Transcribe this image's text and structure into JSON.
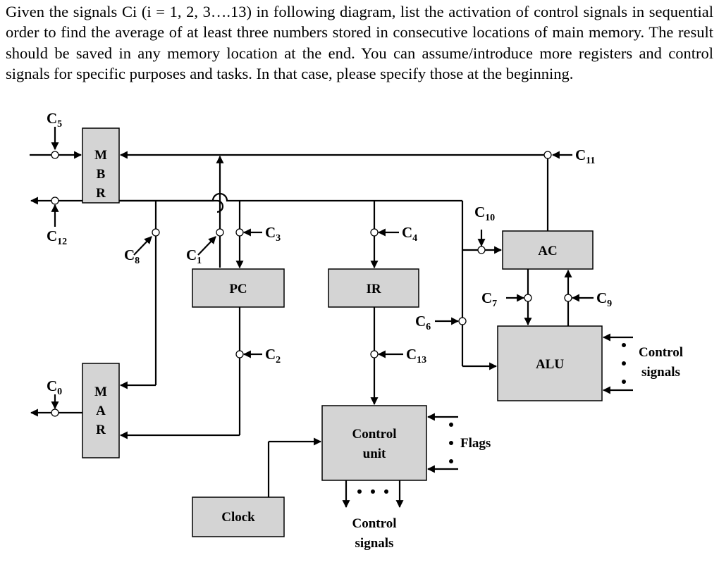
{
  "question": {
    "text": "Given the signals Ci (i = 1, 2, 3….13) in following diagram, list the activation of control signals in sequential order to find the average of at least three numbers stored in consecutive locations of main memory. The result should be saved in any memory location at the end. You can assume/introduce more registers and control signals for specific purposes and tasks. In that case, please specify those at the beginning."
  },
  "diagram": {
    "blocks": {
      "mbr": [
        "M",
        "B",
        "R"
      ],
      "mar": [
        "M",
        "A",
        "R"
      ],
      "pc": "PC",
      "ir": "IR",
      "ac": "AC",
      "alu": "ALU",
      "control_unit": [
        "Control",
        "unit"
      ],
      "clock": "Clock"
    },
    "labels": {
      "flags": "Flags",
      "alu_control": [
        "Control",
        "signals"
      ],
      "cu_control": [
        "Control",
        "signals"
      ]
    },
    "signals": {
      "c0": {
        "base": "C",
        "sub": "0"
      },
      "c1": {
        "base": "C",
        "sub": "1"
      },
      "c2": {
        "base": "C",
        "sub": "2"
      },
      "c3": {
        "base": "C",
        "sub": "3"
      },
      "c4": {
        "base": "C",
        "sub": "4"
      },
      "c5": {
        "base": "C",
        "sub": "5"
      },
      "c6": {
        "base": "C",
        "sub": "6"
      },
      "c7": {
        "base": "C",
        "sub": "7"
      },
      "c8": {
        "base": "C",
        "sub": "8"
      },
      "c9": {
        "base": "C",
        "sub": "9"
      },
      "c10": {
        "base": "C",
        "sub": "10"
      },
      "c11": {
        "base": "C",
        "sub": "11"
      },
      "c12": {
        "base": "C",
        "sub": "12"
      },
      "c13": {
        "base": "C",
        "sub": "13"
      }
    }
  }
}
